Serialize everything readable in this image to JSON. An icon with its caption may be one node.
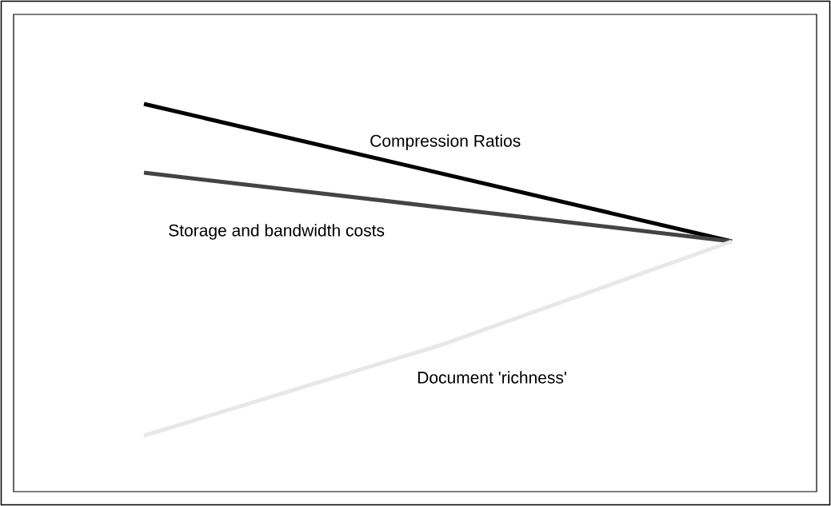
{
  "diagram": {
    "labels": [
      "Compression Ratios",
      "Storage and bandwidth costs",
      "Document 'richness'"
    ]
  }
}
